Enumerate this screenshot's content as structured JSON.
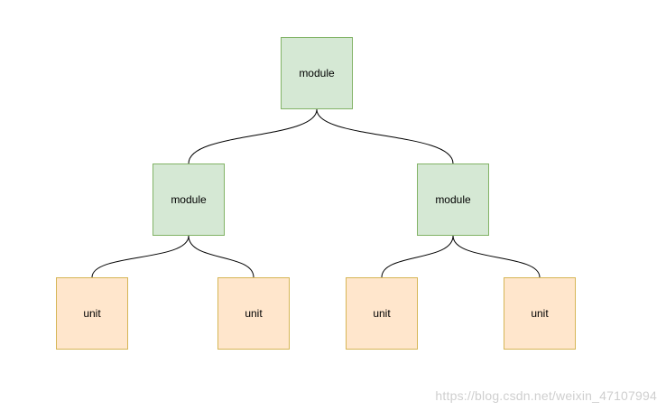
{
  "diagram": {
    "nodes": {
      "root": {
        "label": "module"
      },
      "left": {
        "label": "module"
      },
      "right": {
        "label": "module"
      },
      "unit1": {
        "label": "unit"
      },
      "unit2": {
        "label": "unit"
      },
      "unit3": {
        "label": "unit"
      },
      "unit4": {
        "label": "unit"
      }
    },
    "edges": [
      [
        "root",
        "left"
      ],
      [
        "root",
        "right"
      ],
      [
        "left",
        "unit1"
      ],
      [
        "left",
        "unit2"
      ],
      [
        "right",
        "unit3"
      ],
      [
        "right",
        "unit4"
      ]
    ]
  },
  "colors": {
    "module_fill": "#d5e8d4",
    "module_stroke": "#82b366",
    "unit_fill": "#ffe6cc",
    "unit_stroke": "#d6b656",
    "connector": "#000000"
  },
  "watermark": "https://blog.csdn.net/weixin_47107994"
}
